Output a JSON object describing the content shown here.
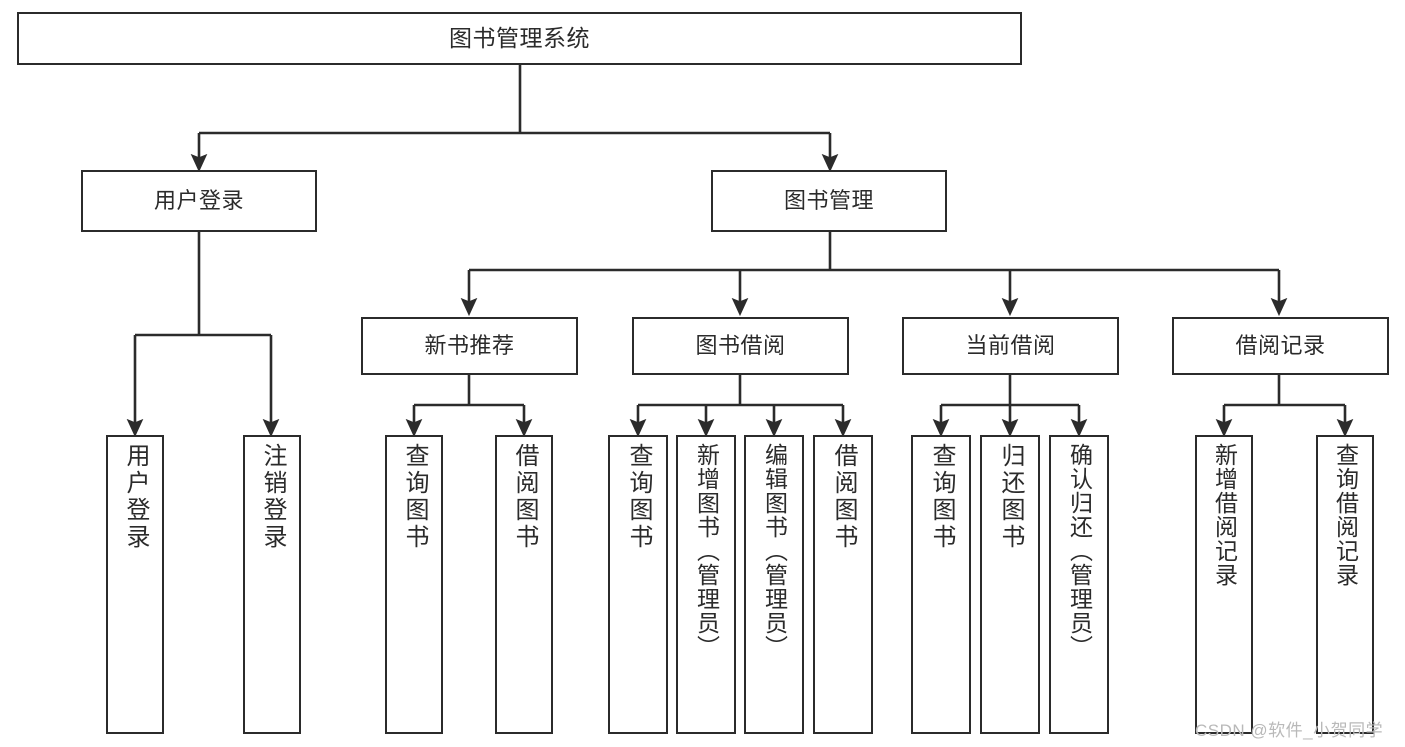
{
  "diagram": {
    "title": "图书管理系统",
    "root": {
      "label": "图书管理系统"
    },
    "level2": [
      {
        "label": "用户登录"
      },
      {
        "label": "图书管理"
      }
    ],
    "level3": [
      {
        "label": "新书推荐"
      },
      {
        "label": "图书借阅"
      },
      {
        "label": "当前借阅"
      },
      {
        "label": "借阅记录"
      }
    ],
    "leaves": {
      "user_login": [
        {
          "label": "用户登录"
        },
        {
          "label": "注销登录"
        }
      ],
      "new_book_recommend": [
        {
          "label": "查询图书"
        },
        {
          "label": "借阅图书"
        }
      ],
      "book_borrow": [
        {
          "label": "查询图书"
        },
        {
          "label": "新增图书（管理员）"
        },
        {
          "label": "编辑图书（管理员）"
        },
        {
          "label": "借阅图书"
        }
      ],
      "current_borrow": [
        {
          "label": "查询图书"
        },
        {
          "label": "归还图书"
        },
        {
          "label": "确认归还（管理员）"
        }
      ],
      "borrow_record": [
        {
          "label": "新增借阅记录"
        },
        {
          "label": "查询借阅记录"
        }
      ]
    }
  },
  "watermark": {
    "text": "CSDN @软件_小贺同学"
  },
  "colors": {
    "stroke": "#2b2b2b",
    "background": "#ffffff",
    "text": "#2b2b2b",
    "watermark": "#b9b9b9"
  }
}
